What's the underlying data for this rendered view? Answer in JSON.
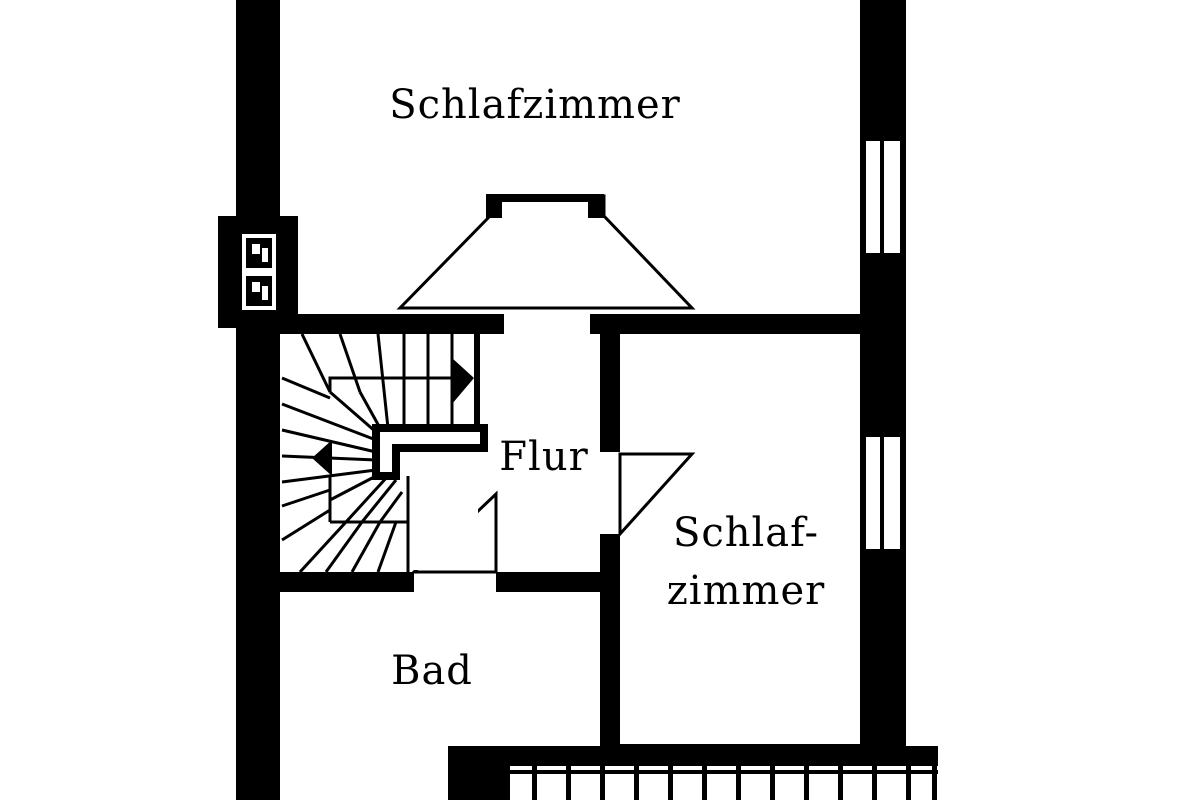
{
  "rooms": {
    "schlafzimmer_top": "Schlafzimmer",
    "flur": "Flur",
    "schlafzimmer_right_line1": "Schlaf-",
    "schlafzimmer_right_line2": "zimmer",
    "bad": "Bad"
  },
  "colors": {
    "wall": "#000000",
    "background": "#ffffff"
  }
}
